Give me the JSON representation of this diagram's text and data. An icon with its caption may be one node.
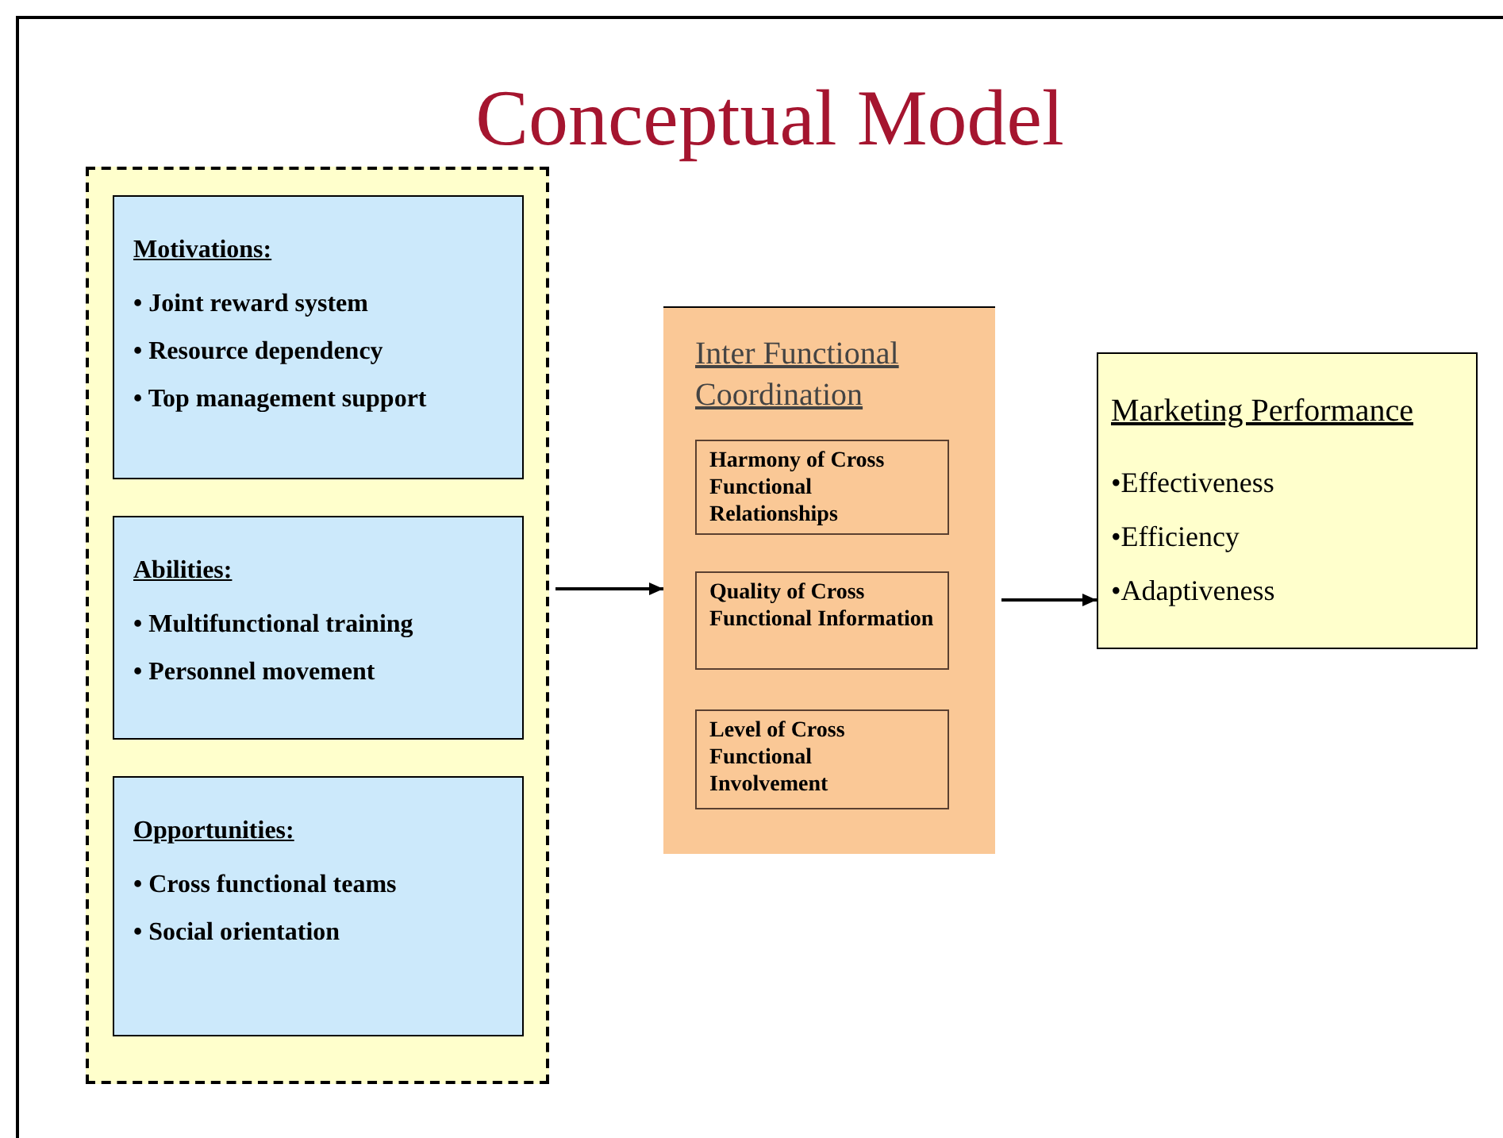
{
  "diagram": {
    "title": "Conceptual Model",
    "nodes": [
      {
        "text": [],
        "shape": "box"
      },
      {
        "text": [
          "Motivations:",
          "• Joint reward system",
          "• Resource dependency",
          "• Top management support"
        ],
        "in": 0
      },
      {
        "text": [
          "Abilities:",
          "• Multifunctional training",
          "• Personnel movement"
        ],
        "in": 0
      },
      {
        "text": [
          "Opportunities:",
          "• Cross functional teams",
          "• Social orientation"
        ],
        "in": 0
      },
      {
        "text": [
          "Inter Functional Coordination"
        ]
      },
      {
        "text": [
          "Harmony of Cross Functional Relationships"
        ],
        "in": 4
      },
      {
        "text": [
          "Quality of Cross Functional Information"
        ],
        "in": 4
      },
      {
        "text": [
          "Level of Cross Functional Involvement"
        ],
        "in": 4
      },
      {
        "text": [
          "Marketing Performance",
          "•Effectiveness",
          "•Efficiency",
          "•Adaptiveness"
        ]
      }
    ],
    "edges": [
      {
        "from": 0,
        "to": 4,
        "arrow": "to"
      },
      {
        "from": 4,
        "to": 8,
        "arrow": "to"
      }
    ]
  }
}
